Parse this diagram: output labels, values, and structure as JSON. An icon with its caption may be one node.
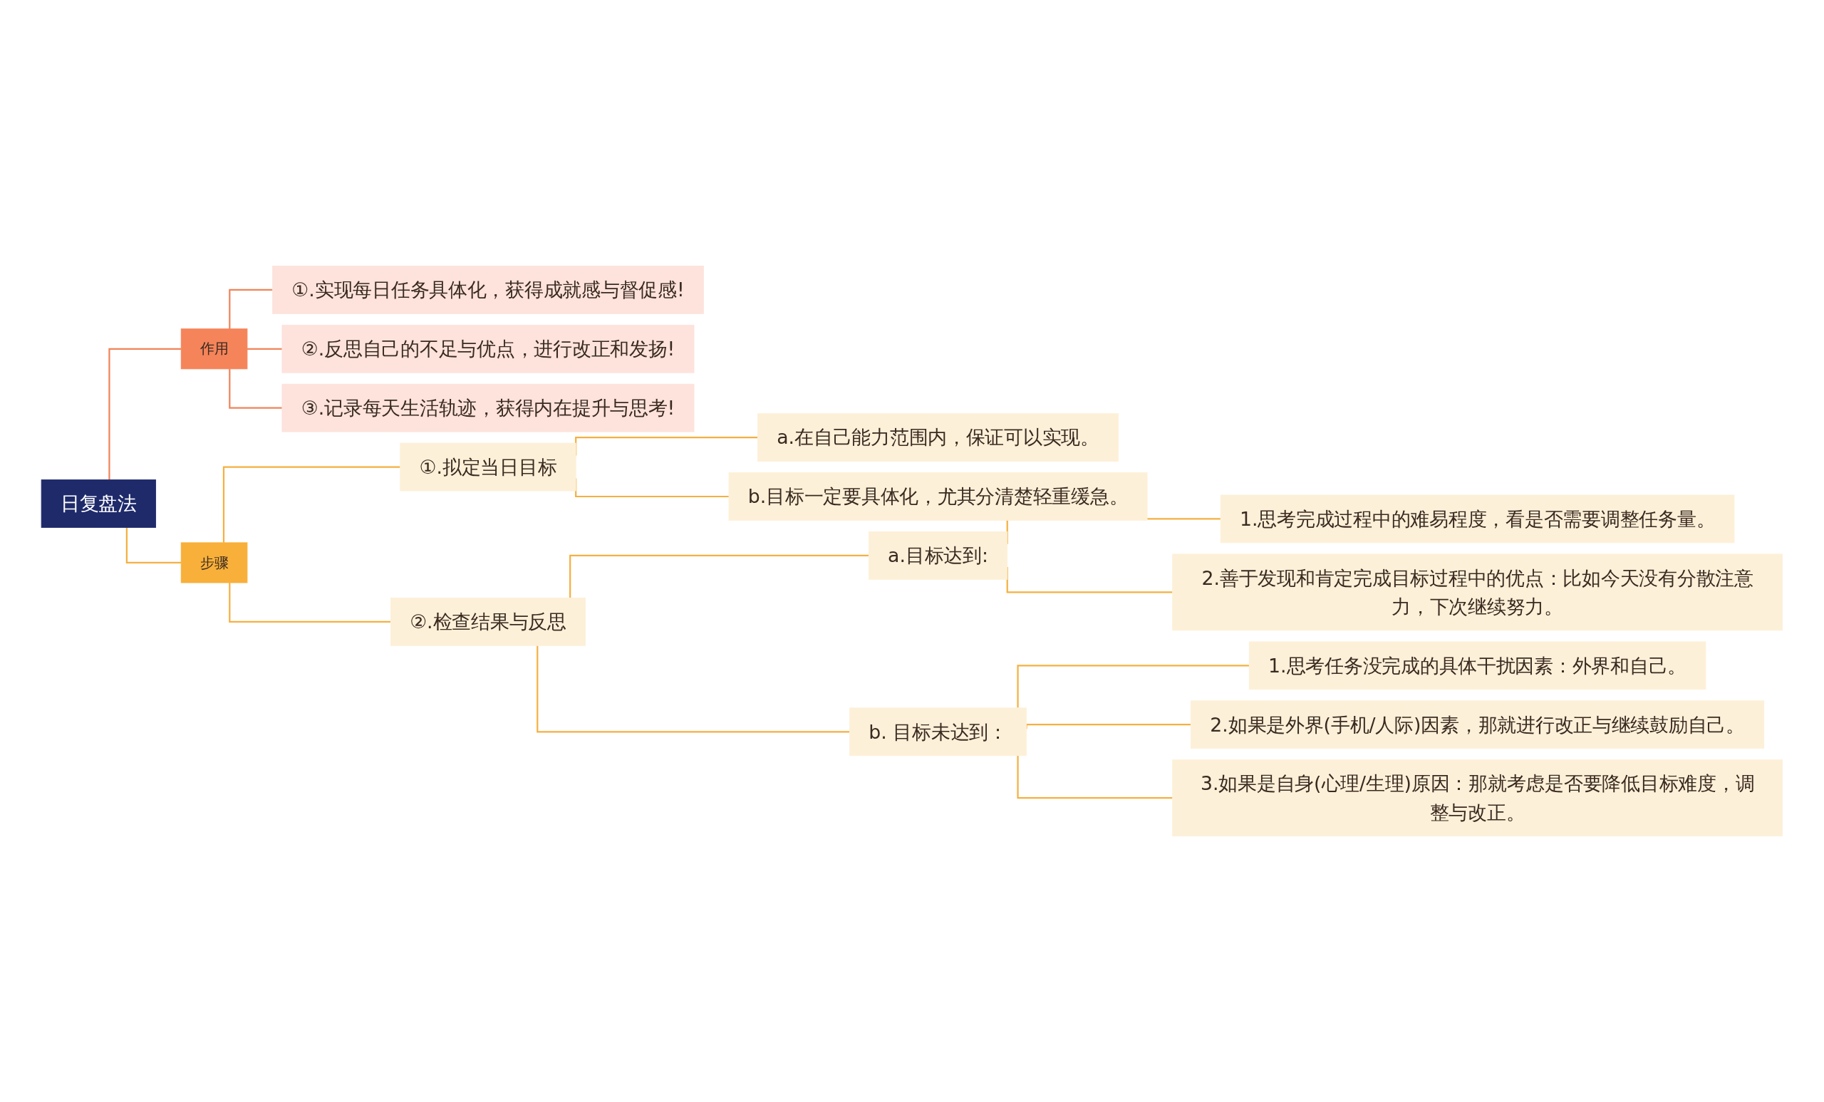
{
  "diagram": {
    "nodes": [
      {
        "text": [
          "日复盘法"
        ]
      },
      {
        "text": [
          "作用"
        ]
      },
      {
        "text": [
          "①.实现每日任务具体化，获得成就感与督促感!"
        ]
      },
      {
        "text": [
          "②.反思自己的不足与优点，进行改正和发扬!"
        ]
      },
      {
        "text": [
          "③.记录每天生活轨迹，获得内在提升与思考!"
        ]
      },
      {
        "text": [
          "步骤"
        ]
      },
      {
        "text": [
          "①.拟定当日目标"
        ]
      },
      {
        "text": [
          "a.在自己能力范围内，保证可以实现。"
        ]
      },
      {
        "text": [
          "b.目标一定要具体化，尤其分清楚轻重缓急。"
        ]
      },
      {
        "text": [
          "②.检查结果与反思"
        ]
      },
      {
        "text": [
          "a.目标达到:"
        ]
      },
      {
        "text": [
          "1.思考完成过程中的难易程度，看是否需要调整任务量。"
        ]
      },
      {
        "text": [
          "2.善于发现和肯定完成目标过程中的优点：比如今天没有分散注意力，下次继续努力。"
        ]
      },
      {
        "text": [
          "b. 目标未达到："
        ]
      },
      {
        "text": [
          "1.思考任务没完成的具体干扰因素：外界和自己。"
        ]
      },
      {
        "text": [
          "2.如果是外界(手机/人际)因素，那就进行改正与继续鼓励自己。"
        ]
      },
      {
        "text": [
          "3.如果是自身(心理/生理)原因：那就考虑是否要降低目标难度，调整与改正。"
        ]
      }
    ],
    "edges": [
      {
        "from": 0,
        "to": 1,
        "arrow": "none",
        "color": "#f0845a"
      },
      {
        "from": 1,
        "to": 2,
        "arrow": "none",
        "color": "#f0845a"
      },
      {
        "from": 1,
        "to": 3,
        "arrow": "none",
        "color": "#f0845a"
      },
      {
        "from": 1,
        "to": 4,
        "arrow": "none",
        "color": "#f0845a"
      },
      {
        "from": 0,
        "to": 5,
        "arrow": "none"
      },
      {
        "from": 5,
        "to": 6,
        "arrow": "none"
      },
      {
        "from": 6,
        "to": 7,
        "arrow": "none"
      },
      {
        "from": 6,
        "to": 8,
        "arrow": "none"
      },
      {
        "from": 5,
        "to": 9,
        "arrow": "none"
      },
      {
        "from": 9,
        "to": 10,
        "arrow": "none"
      },
      {
        "from": 10,
        "to": 11,
        "arrow": "none"
      },
      {
        "from": 10,
        "to": 12,
        "arrow": "none"
      },
      {
        "from": 9,
        "to": 13,
        "arrow": "none"
      },
      {
        "from": 13,
        "to": 14,
        "arrow": "none"
      },
      {
        "from": 13,
        "to": 15,
        "arrow": "none"
      },
      {
        "from": 13,
        "to": 16,
        "arrow": "none"
      }
    ]
  }
}
